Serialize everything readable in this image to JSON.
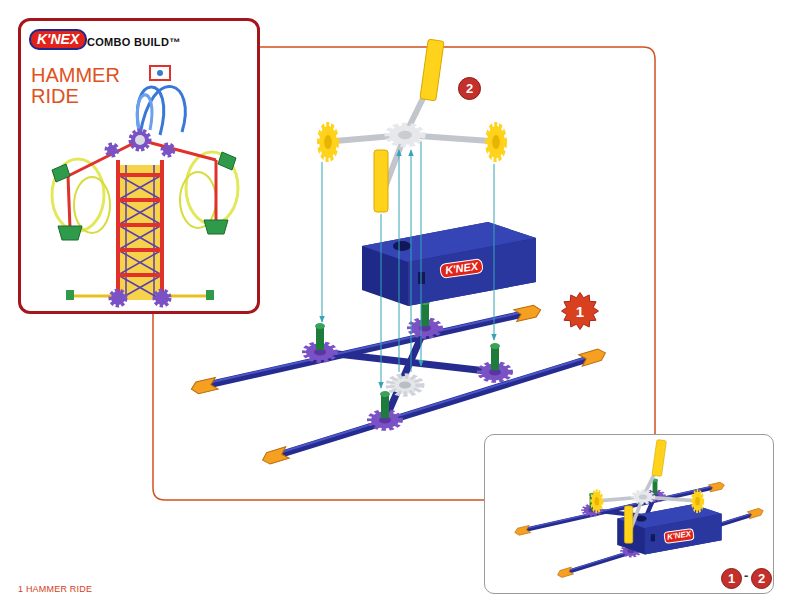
{
  "diagram": {
    "nodes": [
      {
        "text": [
          "K'NEX",
          "COMBO BUILD™",
          "HAMMER RIDE"
        ]
      },
      {
        "text": [
          "2"
        ]
      },
      {
        "text": [
          "1"
        ]
      },
      {
        "text": [
          "-"
        ]
      },
      {
        "text": [
          "1"
        ],
        "in": 3
      },
      {
        "text": [
          "2"
        ],
        "in": 3
      }
    ],
    "labels": [
      "K'NEX",
      "K'NEX",
      "1 HAMMER RIDE"
    ]
  }
}
